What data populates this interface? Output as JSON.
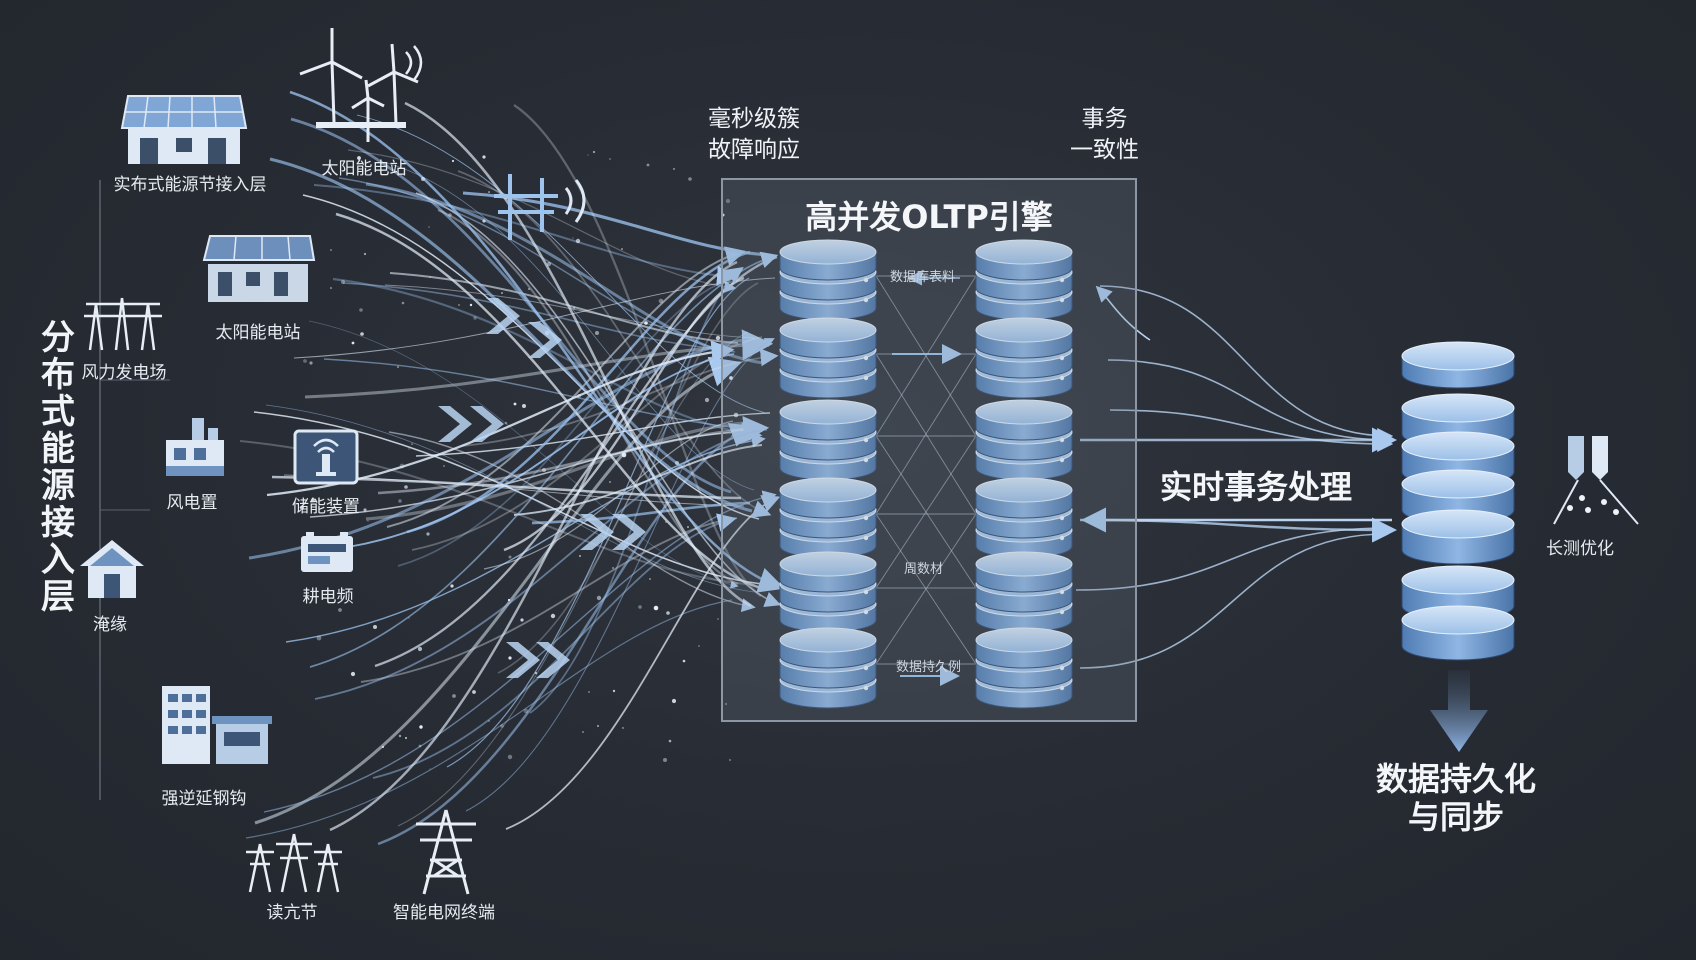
{
  "sidebar": {
    "title": "分布式能源接入层"
  },
  "sources": {
    "solar_farm": {
      "label": "实布式能源节接入层",
      "icon": "solar-farm-icon"
    },
    "wind_turbines": {
      "label": "太阳能电站",
      "icon": "wind-turbine-icon"
    },
    "signal_tower": {
      "icon": "antenna-tower-icon"
    },
    "solar_station": {
      "label": "太阳能电站",
      "icon": "solar-panel-icon"
    },
    "wind_farm": {
      "label": "风力发电场",
      "icon": "power-pylon-icon"
    },
    "wind_device": {
      "label": "风电置",
      "icon": "factory-icon"
    },
    "storage": {
      "label": "储能装置",
      "icon": "storage-device-icon"
    },
    "meter": {
      "label": "耕电频",
      "icon": "meter-icon"
    },
    "home": {
      "label": "淹缘",
      "icon": "home-icon"
    },
    "buildings": {
      "label": "强逆延钢钩",
      "icon": "building-icon"
    },
    "substation": {
      "label": "读亢节",
      "icon": "transmission-tower-icon"
    },
    "grid_terminal": {
      "label": "智能电网终端",
      "icon": "grid-terminal-icon"
    }
  },
  "notes": {
    "latency": {
      "line1": "毫秒级簇",
      "line2": "故障响应"
    },
    "consistency": {
      "line1": "事务",
      "line2": "一致性"
    }
  },
  "engine": {
    "title": "高并发OLTP引擎",
    "label_top": "数据库表料",
    "label_mid": "周数材",
    "label_bottom": "数据持久例"
  },
  "realtime": {
    "label": "实时事务处理"
  },
  "storage_cluster": {
    "label": "数据持久化\n与同步",
    "line1": "数据持久化",
    "line2": "与同步"
  },
  "optimize": {
    "label": "长测优化",
    "icon": "optimization-icon"
  },
  "colors": {
    "accent": "#7fb0ea",
    "db_light": "#b8d4f2",
    "db_dark": "#3f6a9e",
    "background": "#272b33"
  }
}
